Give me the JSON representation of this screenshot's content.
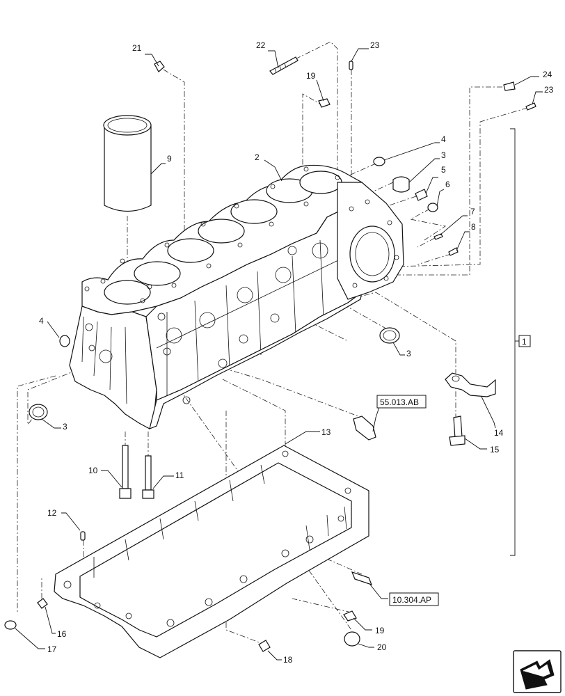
{
  "diagram": {
    "callouts": [
      "1",
      "2",
      "3",
      "3",
      "3",
      "4",
      "4",
      "5",
      "6",
      "7",
      "8",
      "9",
      "10",
      "11",
      "12",
      "13",
      "14",
      "15",
      "16",
      "17",
      "18",
      "19",
      "19",
      "20",
      "21",
      "22",
      "23",
      "23",
      "24"
    ],
    "references": [
      "55.013.AB",
      "10.304.AP"
    ],
    "nav_icon": "next-page-arrow-icon"
  }
}
